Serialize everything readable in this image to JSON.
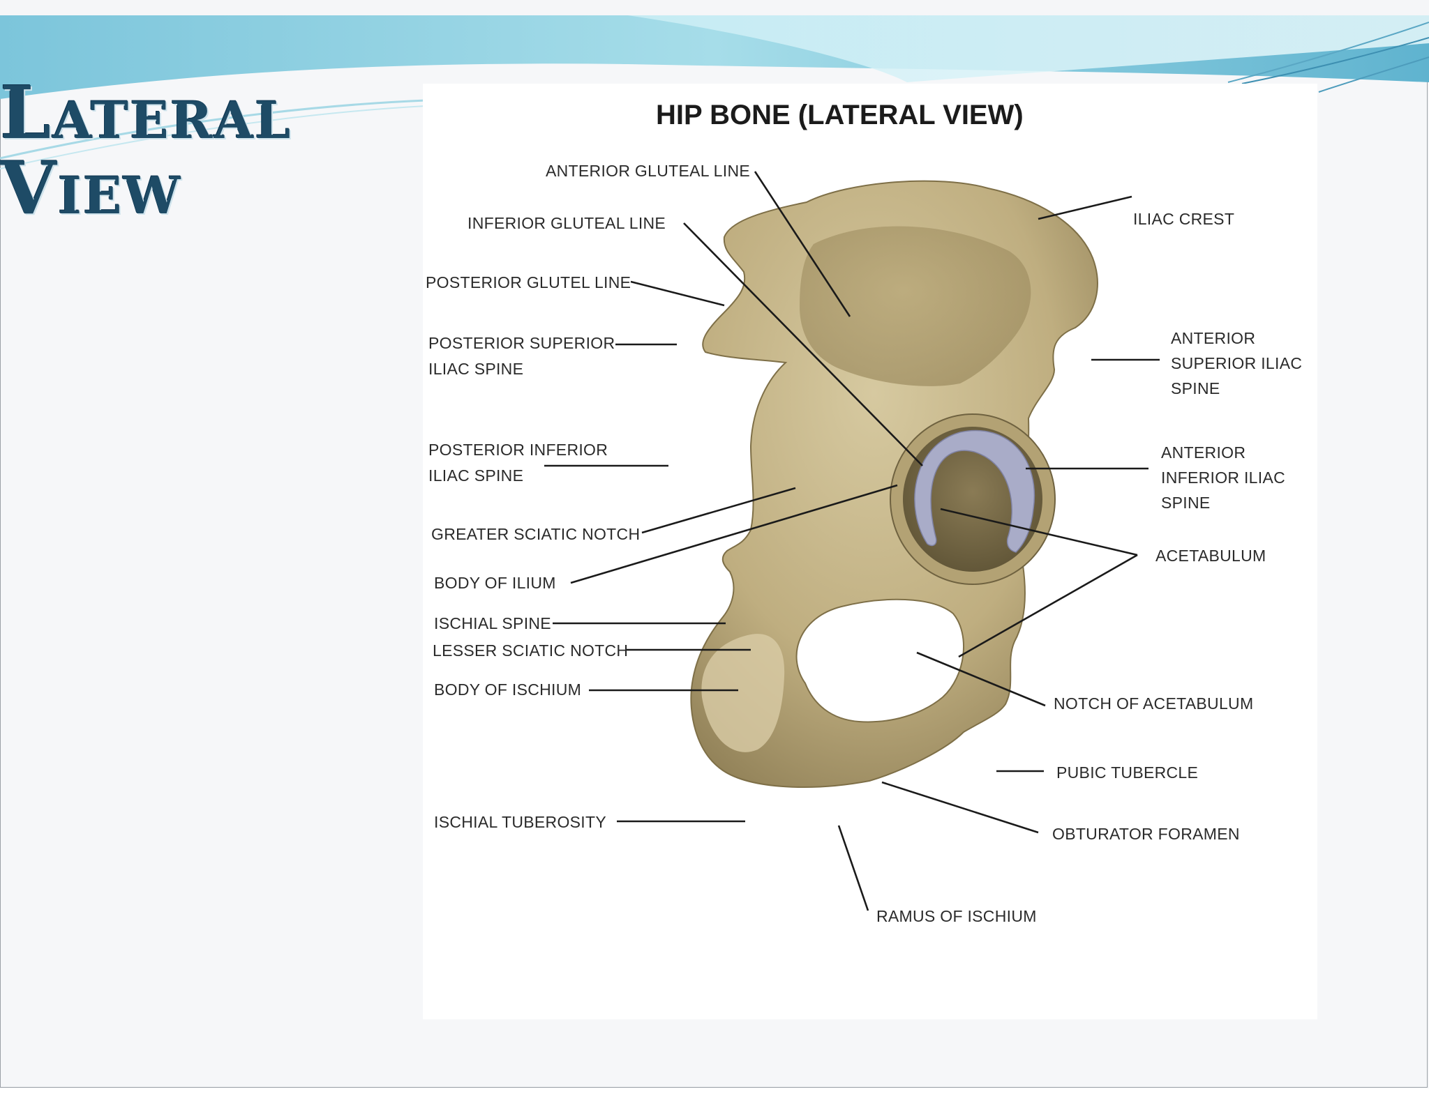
{
  "slide": {
    "title_line1": "Lateral",
    "title_line2": "View"
  },
  "diagram": {
    "title": "HIP BONE (LATERAL VIEW)",
    "labels": {
      "anterior_gluteal_line": "ANTERIOR GLUTEAL LINE",
      "inferior_gluteal_line": "INFERIOR GLUTEAL LINE",
      "posterior_glutel_line": "POSTERIOR GLUTEL LINE",
      "posterior_superior_iliac_spine_1": "POSTERIOR SUPERIOR",
      "posterior_superior_iliac_spine_2": "ILIAC SPINE",
      "posterior_inferior_iliac_spine_1": "POSTERIOR INFERIOR",
      "posterior_inferior_iliac_spine_2": "ILIAC SPINE",
      "greater_sciatic_notch": "GREATER SCIATIC NOTCH",
      "body_of_ilium": "BODY OF ILIUM",
      "ischial_spine": "ISCHIAL SPINE",
      "lesser_sciatic_notch": "LESSER SCIATIC NOTCH",
      "body_of_ischium": "BODY OF ISCHIUM",
      "ischial_tuberosity": "ISCHIAL TUBEROSITY",
      "iliac_crest": "ILIAC CREST",
      "anterior_superior_iliac_spine_1": "ANTERIOR",
      "anterior_superior_iliac_spine_2": "SUPERIOR ILIAC",
      "anterior_superior_iliac_spine_3": "SPINE",
      "anterior_inferior_iliac_spine_1": "ANTERIOR",
      "anterior_inferior_iliac_spine_2": "INFERIOR ILIAC",
      "anterior_inferior_iliac_spine_3": "SPINE",
      "acetabulum": "ACETABULUM",
      "notch_of_acetabulum": "NOTCH OF ACETABULUM",
      "pubic_tubercle": "PUBIC TUBERCLE",
      "obturator_foramen": "OBTURATOR FORAMEN",
      "ramus_of_ischium": "RAMUS OF ISCHIUM"
    }
  },
  "colors": {
    "title_text": "#1e4b66",
    "bone": "#c7b88c",
    "bone_shadow": "#8f7f56",
    "cartilage": "#a9acc8",
    "swoosh": "#8fcfe0"
  }
}
